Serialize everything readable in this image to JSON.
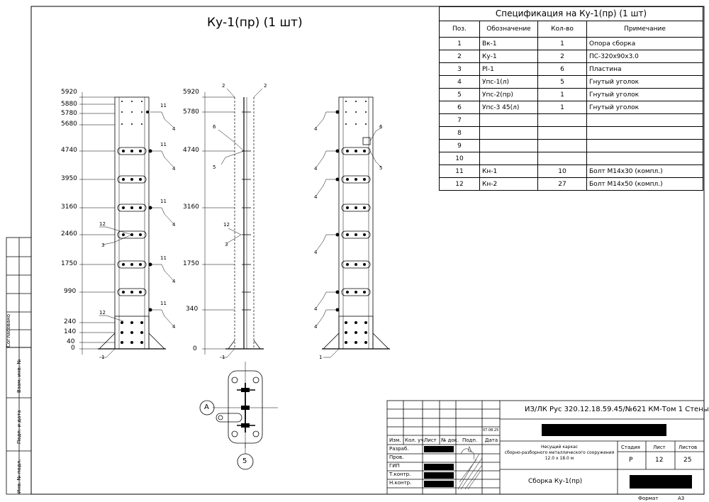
{
  "drawing": {
    "main_title": "Ку-1(пр) (1 шт)",
    "view_a_label": "А",
    "view_a_number": "5",
    "left_dims": [
      "5920",
      "5880",
      "5780",
      "5680",
      "4740",
      "3950",
      "3160",
      "2460",
      "1750",
      "990",
      "240",
      "140",
      "40",
      "0"
    ],
    "mid_dims": [
      "5920",
      "5780",
      "4740",
      "3160",
      "1750",
      "340",
      "0"
    ],
    "callouts": {
      "c1": "1",
      "c2": "2",
      "c3": "3",
      "c4": "4",
      "c5": "5",
      "c6": "6",
      "c11": "11",
      "c12": "12"
    }
  },
  "spec": {
    "title": "Спецификация на Ку-1(пр) (1 шт)",
    "headers": [
      "Поз.",
      "Обозначение",
      "Кол-во",
      "Примечание"
    ],
    "rows": [
      [
        "1",
        "Вк-1",
        "1",
        "Опора сборка"
      ],
      [
        "2",
        "Ку-1",
        "2",
        "ПС-320х90х3.0"
      ],
      [
        "3",
        "Pl-1",
        "6",
        "Пластина"
      ],
      [
        "4",
        "Упс-1(л)",
        "5",
        "Гнутый уголок"
      ],
      [
        "5",
        "Упс-2(пр)",
        "1",
        "Гнутый уголок"
      ],
      [
        "6",
        "Упс-3 45(л)",
        "1",
        "Гнутый уголок"
      ],
      [
        "7",
        "",
        "",
        ""
      ],
      [
        "8",
        "",
        "",
        ""
      ],
      [
        "9",
        "",
        "",
        ""
      ],
      [
        "10",
        "",
        "",
        ""
      ],
      [
        "11",
        "Кн-1",
        "10",
        "Болт М14х30 (компл.)"
      ],
      [
        "12",
        "Кн-2",
        "27",
        "Болт М14х50 (компл.)"
      ]
    ]
  },
  "side_stamp": {
    "agreed": "Согласовано",
    "inv_zam": "Взам. инв. №",
    "sign_date": "Подп. и дата",
    "inv_podl": "Инв. № подл."
  },
  "title_block": {
    "doc_code": "ИЗ/ЛК Рус 320.12.18.59.45/№621 КМ-Том 1 Стены",
    "date": "07.08.25",
    "col_heads": [
      "Изм.",
      "Кол. уч.",
      "Лист",
      "№ док.",
      "Подп.",
      "Дата"
    ],
    "roles": [
      "Разраб.",
      "Пров.",
      "ГИП",
      "Т.контр.",
      "Н.контр."
    ],
    "object_line1": "Несущий каркас",
    "object_line2": "сборно-разборного металлического сооружения",
    "object_line3": "12.0 х 18.0 м",
    "stage_label": "Стадия",
    "sheet_label": "Лист",
    "sheets_label": "Листов",
    "stage": "Р",
    "sheet": "12",
    "sheets": "25",
    "sheet_name": "Сборка Ку-1(пр)",
    "format_label": "Формат",
    "format": "А3"
  }
}
